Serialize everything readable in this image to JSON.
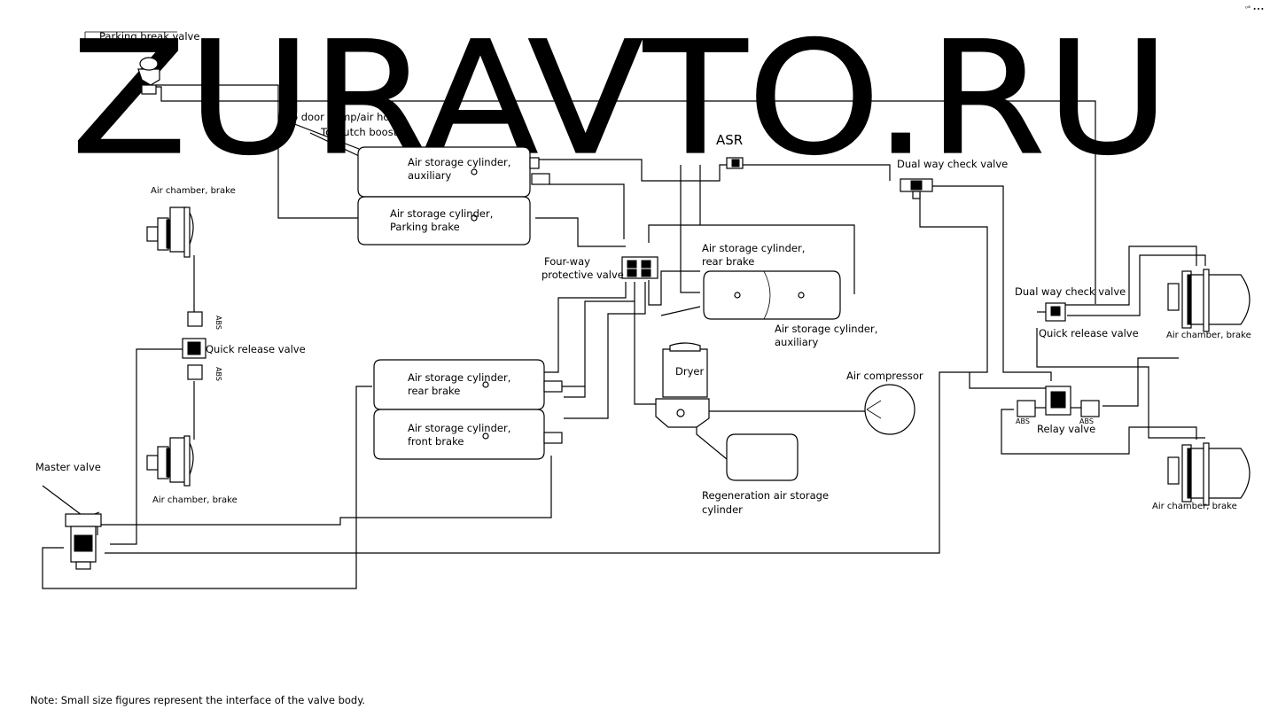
{
  "watermark": "ZURAVTO.RU",
  "corner_mark": "⁰° ∙∙∙",
  "labels": {
    "parking_break_valve": "Parking break valve",
    "to_door_pump": "To door pump/air horn",
    "to_clutch_booster": "To clutch booster",
    "asr": "ASR",
    "dual_way_check_valve_top": "Dual way check valve",
    "air_chamber_brake_tl": "Air chamber, brake",
    "aux_cyl_top_1": "Air storage cylinder,",
    "aux_cyl_top_2": "auxiliary",
    "parking_cyl_1": "Air storage cylinder,",
    "parking_cyl_2": "Parking brake",
    "four_way_1": "Four-way",
    "four_way_2": "protective valve",
    "rear_cyl_mid_1": "Air storage cylinder,",
    "rear_cyl_mid_2": "rear brake",
    "aux_cyl_mid_1": "Air storage cylinder,",
    "aux_cyl_mid_2": "auxiliary",
    "dual_way_check_valve_right": "Dual way check valve",
    "quick_release_valve_right": "Quick release valve",
    "air_chamber_brake_tr": "Air chamber, brake",
    "quick_release_valve_left": "Quick release valve",
    "abs_left_1": "ABS",
    "abs_left_2": "ABS",
    "rear_cyl_low_1": "Air storage cylinder,",
    "rear_cyl_low_2": "rear brake",
    "dryer": "Dryer",
    "air_compressor": "Air compressor",
    "front_cyl_1": "Air storage cylinder,",
    "front_cyl_2": "front brake",
    "abs_right_1": "ABS",
    "abs_right_2": "ABS",
    "relay_valve": "Relay valve",
    "master_valve": "Master valve",
    "air_chamber_brake_bl": "Air chamber, brake",
    "regen_1": "Regeneration air storage",
    "regen_2": "cylinder",
    "air_chamber_brake_br": "Air chamber, brake",
    "note": "Note: Small size figures represent the interface of the valve body."
  }
}
